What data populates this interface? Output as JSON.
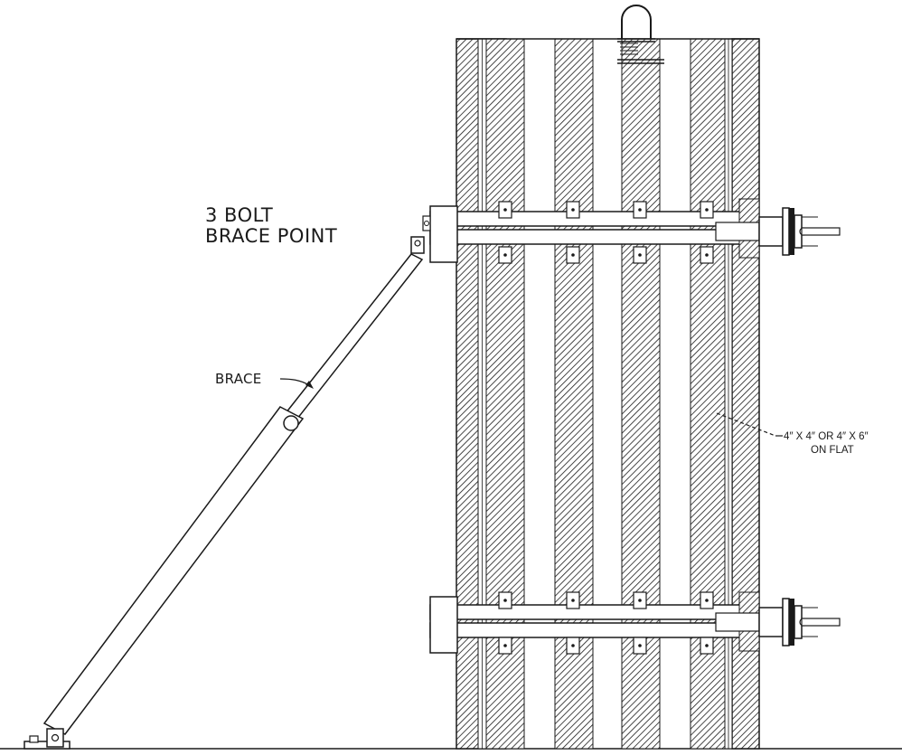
{
  "labels": {
    "brace_point_line1": "3 BOLT",
    "brace_point_line2": "BRACE POINT",
    "brace": "BRACE",
    "strongback_line1": "4″ X 4″ OR 4″ X 6″",
    "strongback_line2": "ON FLAT"
  },
  "colors": {
    "line": "#1a1a1a",
    "background": "#ffffff"
  }
}
